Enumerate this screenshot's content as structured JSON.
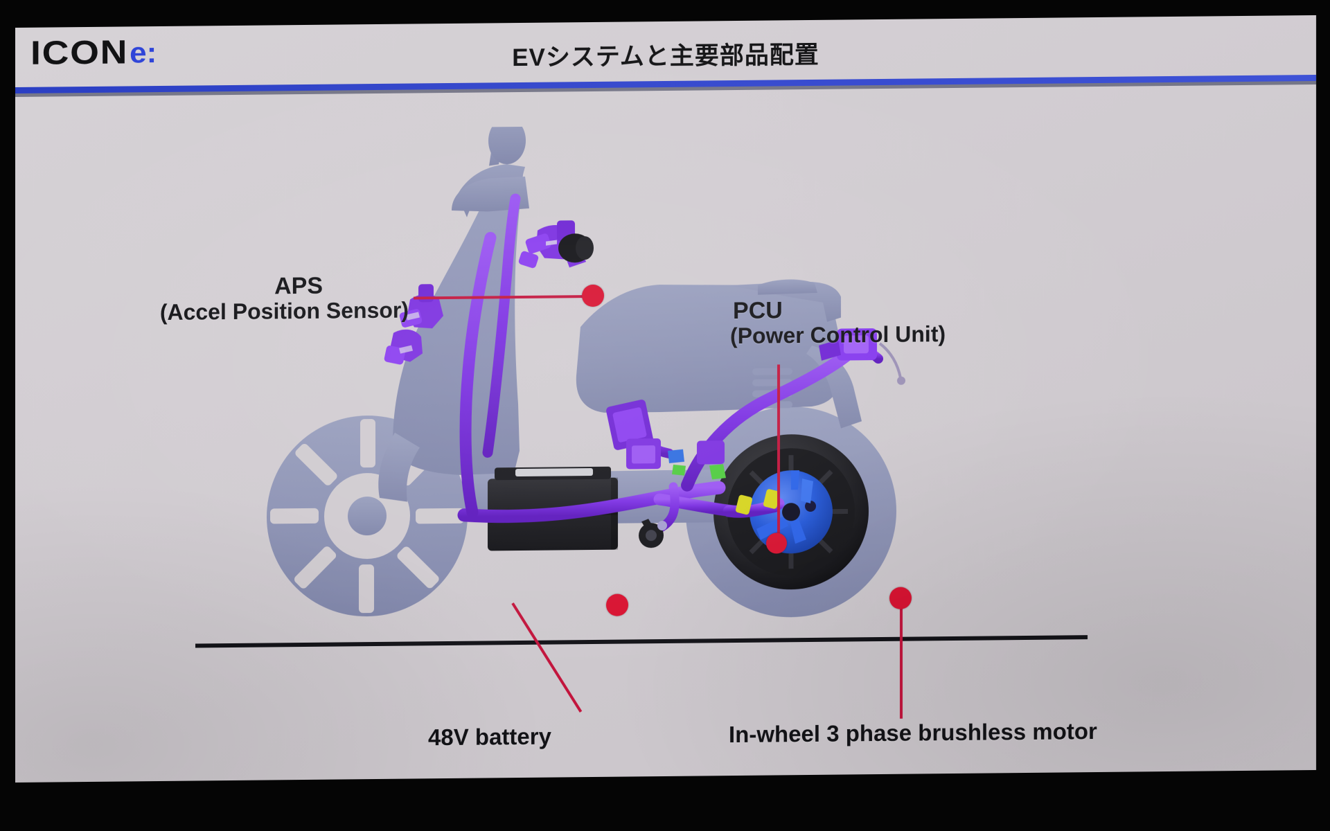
{
  "slide": {
    "brand": {
      "name": "ICON",
      "sub": "e:"
    },
    "title": "EVシステムと主要部品配置",
    "accent_color": "#3447cc",
    "leader_color": "#c2143c",
    "background_color": "#d2cdd2"
  },
  "callouts": [
    {
      "id": "aps",
      "title": "APS",
      "subtitle": "(Accel Position Sensor)",
      "marker_color": "#d81130"
    },
    {
      "id": "pcu",
      "title": "PCU",
      "subtitle": "(Power Control Unit)",
      "marker_color": "#d81130"
    },
    {
      "id": "battery",
      "title": "48V battery",
      "subtitle": "",
      "marker_color": "#d81130"
    },
    {
      "id": "motor",
      "title": "In-wheel 3 phase brushless motor",
      "subtitle": "",
      "marker_color": "#d81130"
    }
  ],
  "diagram": {
    "subject": "electric-scooter-cutaway",
    "body_color": "#8d93b5",
    "harness_color": "#7b2fe0",
    "battery_color": "#1b1b1f",
    "motor_color": "#1f55d6",
    "connector_color": "#d6d41f"
  }
}
